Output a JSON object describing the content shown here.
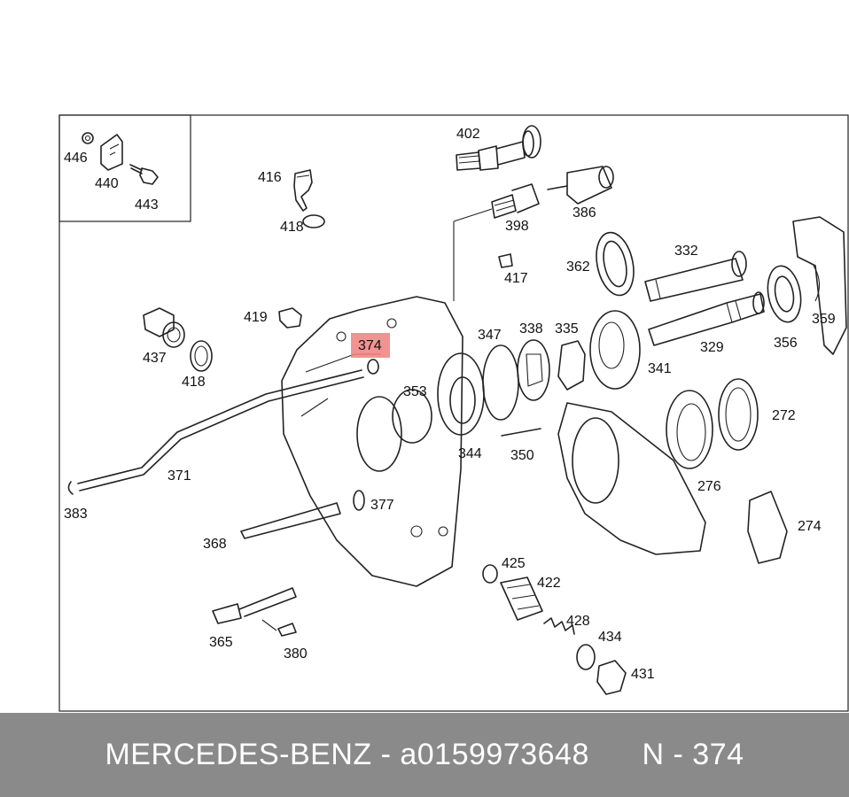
{
  "callouts": {
    "c446": "446",
    "c440": "440",
    "c443": "443",
    "c416": "416",
    "c418a": "418",
    "c402": "402",
    "c398": "398",
    "c386": "386",
    "c417": "417",
    "c362": "362",
    "c332": "332",
    "c329": "329",
    "c356": "356",
    "c359": "359",
    "c419": "419",
    "c437": "437",
    "c418b": "418",
    "c374": "374",
    "c353": "353",
    "c347": "347",
    "c338": "338",
    "c335": "335",
    "c341": "341",
    "c344": "344",
    "c350": "350",
    "c272": "272",
    "c276": "276",
    "c274": "274",
    "c371": "371",
    "c383": "383",
    "c377": "377",
    "c368": "368",
    "c425": "425",
    "c422": "422",
    "c428": "428",
    "c434": "434",
    "c431": "431",
    "c365": "365",
    "c380": "380"
  },
  "highlight_label": "374",
  "footer": {
    "text": "MERCEDES-BENZ - a0159973648      N - 374"
  }
}
